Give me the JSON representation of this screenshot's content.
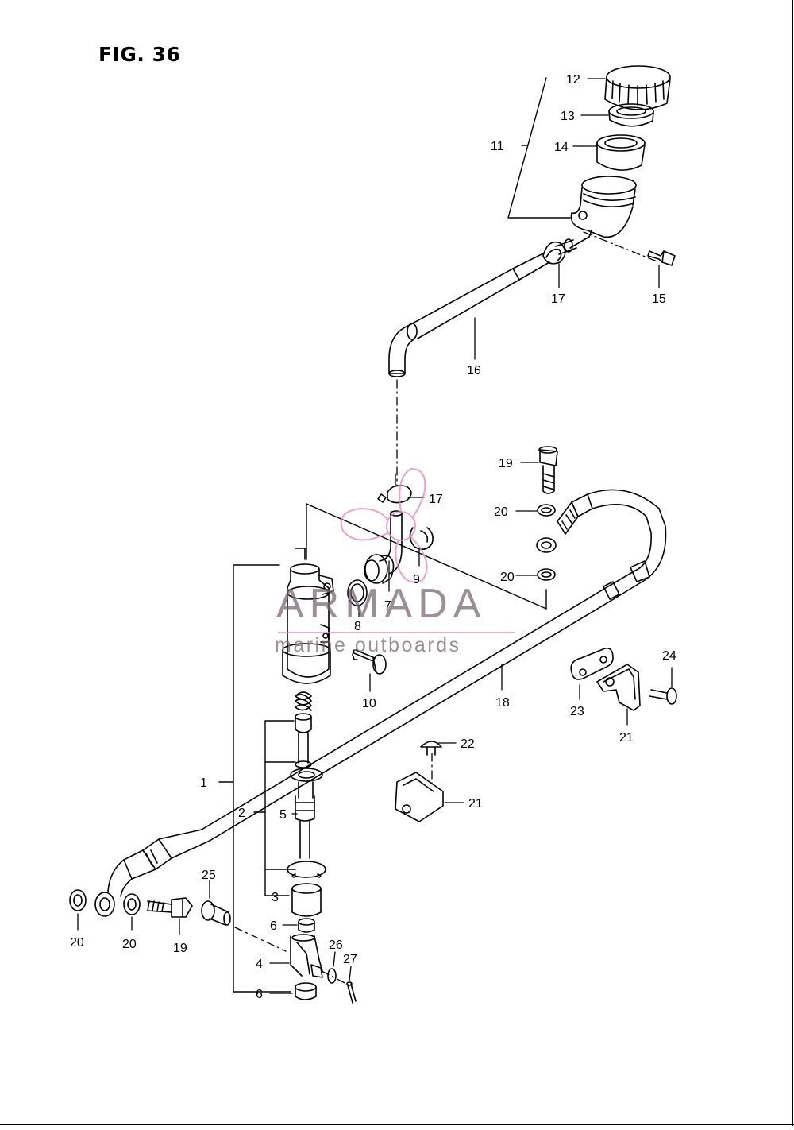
{
  "figure": {
    "title": "FIG. 36"
  },
  "watermark": {
    "brand": "ARMADA",
    "tagline": "marine outboards",
    "accent": "#e58bb7"
  },
  "callouts": {
    "c12": "12",
    "c13": "13",
    "c11": "11",
    "c14": "14",
    "c17a": "17",
    "c15": "15",
    "c16": "16",
    "c19a": "19",
    "c17b": "17",
    "c20a": "20",
    "c9": "9",
    "c20b": "20",
    "c8": "8",
    "c7": "7",
    "c24": "24",
    "c10": "10",
    "c18": "18",
    "c23": "23",
    "c21a": "21",
    "c22": "22",
    "c1": "1",
    "c21b": "21",
    "c2": "2",
    "c5": "5",
    "c25": "25",
    "c3": "3",
    "c20c": "20",
    "c20d": "20",
    "c19b": "19",
    "c6a": "6",
    "c26": "26",
    "c27": "27",
    "c4": "4",
    "c6b": "6"
  }
}
